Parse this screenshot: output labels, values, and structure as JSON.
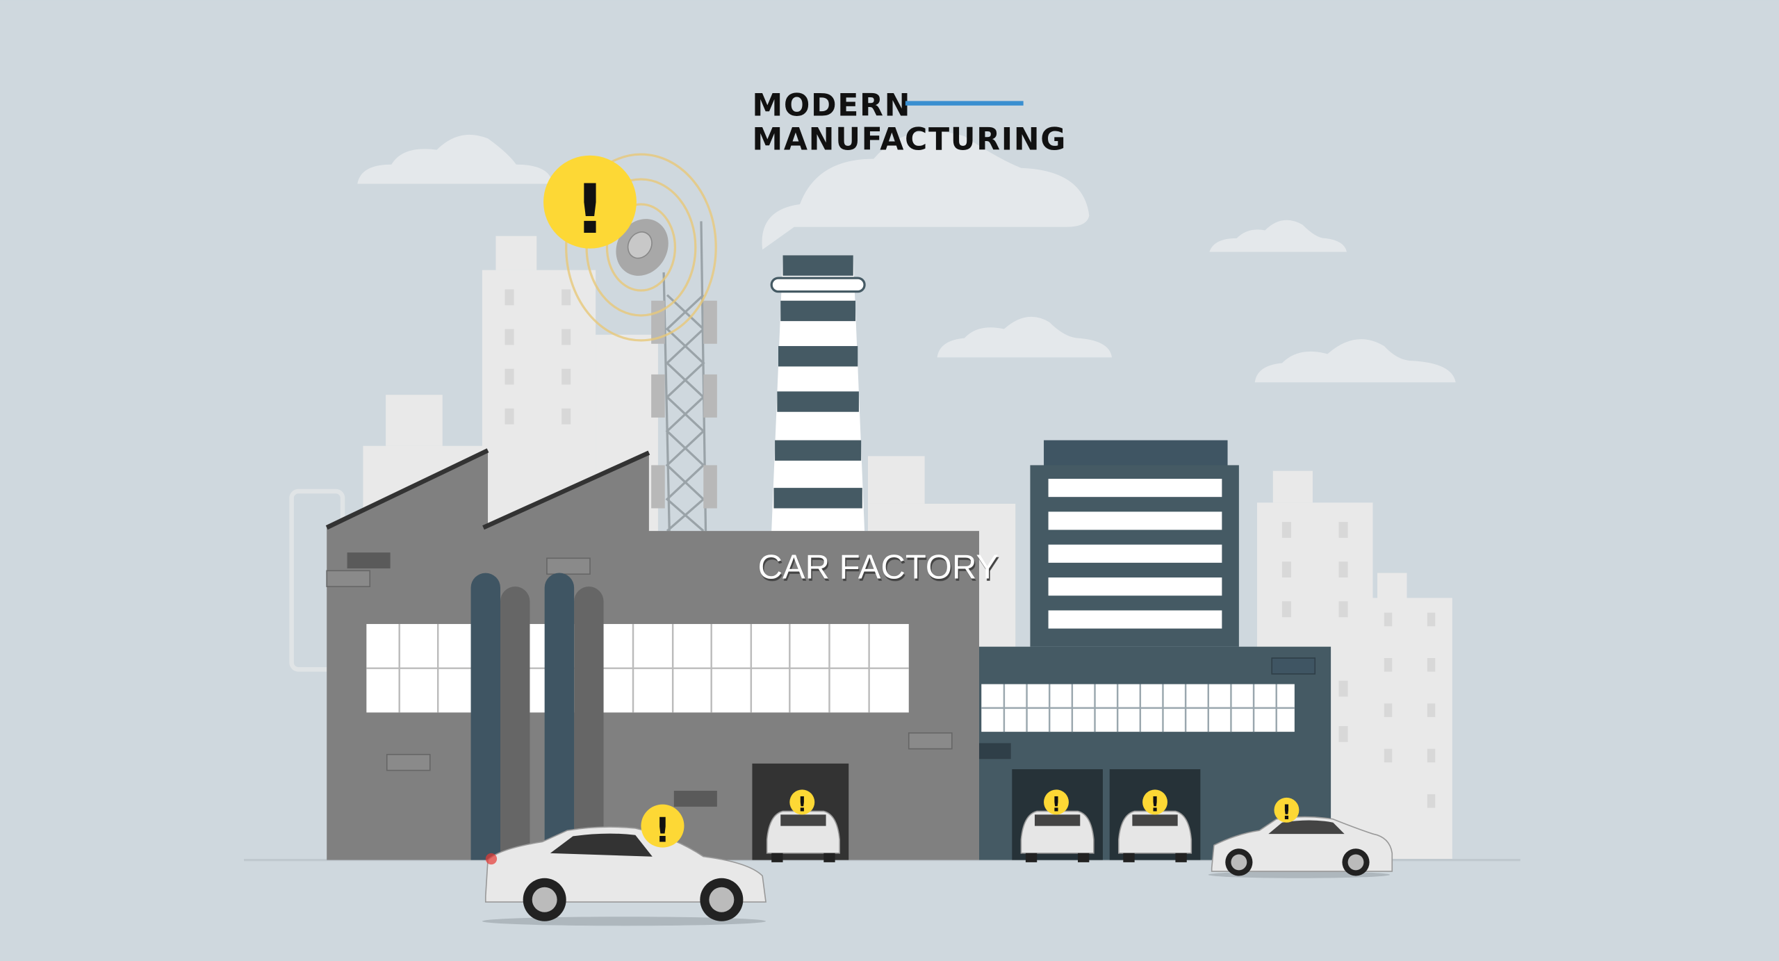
{
  "header": {
    "title_line1": "MODERN",
    "title_line2": "MANUFACTURING",
    "accent_color": "#3a8fd0"
  },
  "factory": {
    "sign_text": "CAR FACTORY"
  },
  "alerts": {
    "symbol": "!",
    "color": "#fdd835"
  },
  "colors": {
    "background": "#cfd8de",
    "factory_gray": "#808080",
    "dark_slate": "#455a64"
  }
}
